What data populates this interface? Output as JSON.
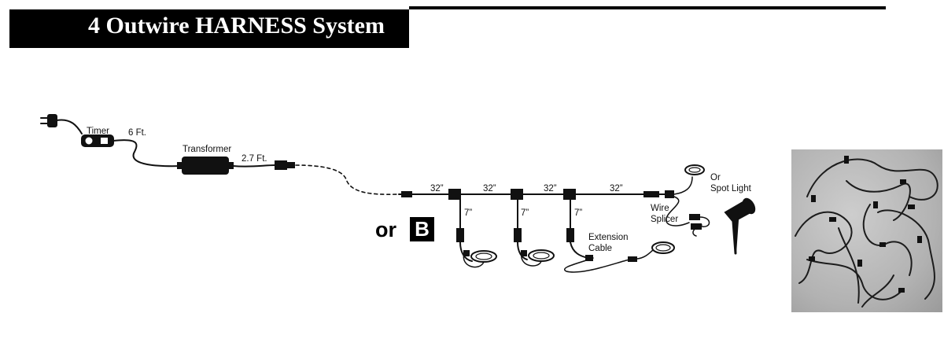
{
  "header": {
    "title": "4 Outwire HARNESS System"
  },
  "diagram": {
    "labels": {
      "timer": "Timer",
      "cord_length": "6 Ft.",
      "transformer": "Transformer",
      "output_length": "2.7 Ft.",
      "segment_1": "32”",
      "segment_2": "32”",
      "segment_3": "32”",
      "segment_4": "32”",
      "drop_1": "7”",
      "drop_2": "7”",
      "drop_3": "7”",
      "or_line_1": "Or",
      "or_line_2": "Spot Light",
      "splicer_line_1": "Wire",
      "splicer_line_2": "Splicer",
      "extension_line_1": "Extension",
      "extension_line_2": "Cable"
    },
    "option": {
      "or_text": "or",
      "letter": "B"
    }
  },
  "colors": {
    "banner": "#000000",
    "banner_text": "#ffffff",
    "wire": "#111111",
    "photo_background": "#b4b4b4"
  }
}
